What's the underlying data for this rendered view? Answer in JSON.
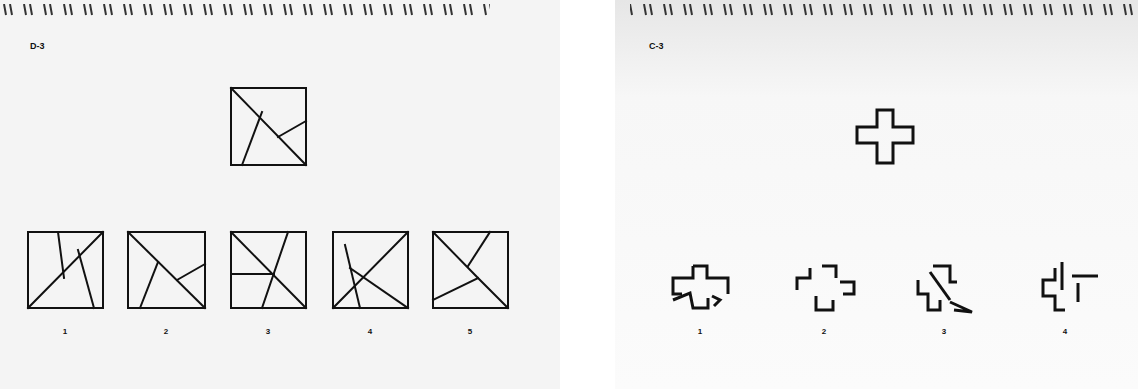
{
  "diagram": {
    "labels": [
      "D-3",
      "1",
      "2",
      "3",
      "4",
      "5",
      "C-3",
      "1",
      "2",
      "3",
      "4"
    ]
  }
}
